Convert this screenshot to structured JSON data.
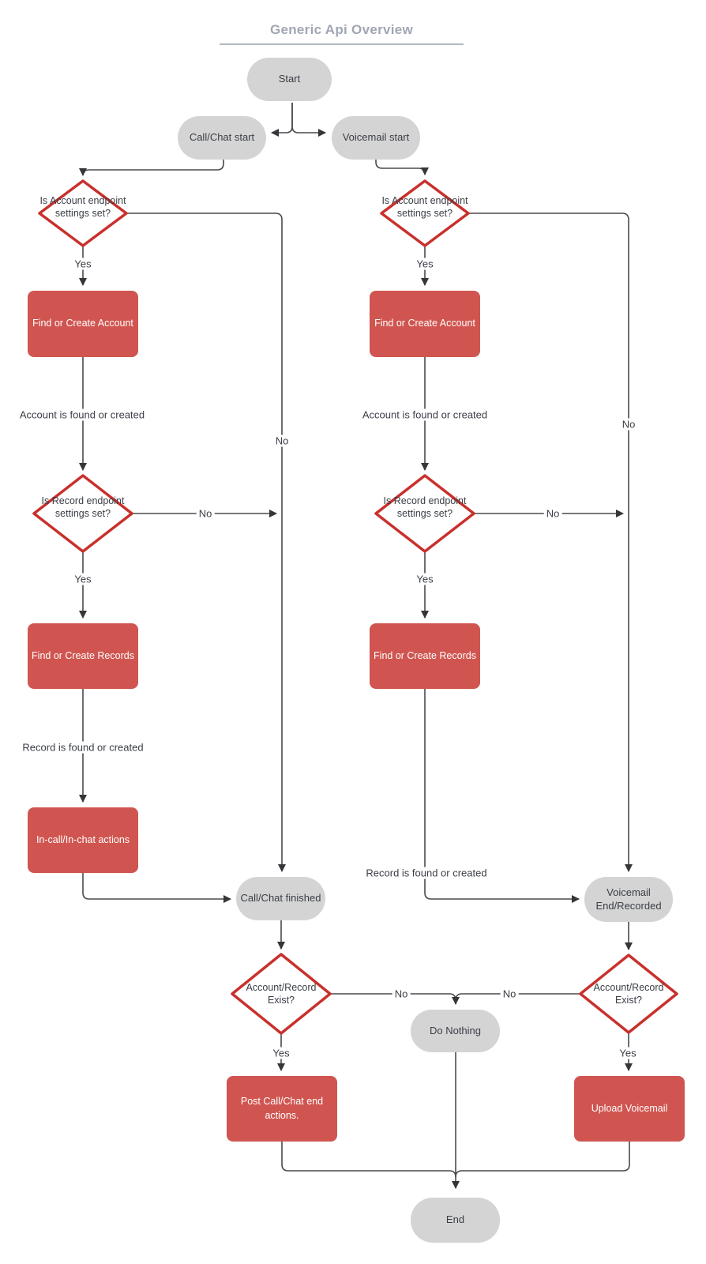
{
  "diagram": {
    "title": "Generic Api Overview",
    "nodes": {
      "start": {
        "label": "Start",
        "type": "terminator"
      },
      "call_chat_start": {
        "label": "Call/Chat start",
        "type": "terminator"
      },
      "voicemail_start": {
        "label": "Voicemail start",
        "type": "terminator"
      },
      "is_account_left": {
        "label": "Is Account endpoint settings set?",
        "type": "decision"
      },
      "is_account_right": {
        "label": "Is Account endpoint settings set?",
        "type": "decision"
      },
      "find_account_left": {
        "label": "Find or Create Account",
        "type": "process"
      },
      "find_account_right": {
        "label": "Find or Create Account",
        "type": "process"
      },
      "is_record_left": {
        "label": "Is Record endpoint settings set?",
        "type": "decision"
      },
      "is_record_right": {
        "label": "Is Record endpoint settings set?",
        "type": "decision"
      },
      "find_records_left": {
        "label": "Find or Create Records",
        "type": "process"
      },
      "find_records_right": {
        "label": "Find or Create Records",
        "type": "process"
      },
      "incall_actions": {
        "label": "In-call/In-chat actions",
        "type": "process"
      },
      "call_chat_finished": {
        "label": "Call/Chat finished",
        "type": "terminator"
      },
      "voicemail_end": {
        "label": "Voicemail End/Recorded",
        "type": "terminator"
      },
      "account_record_exist_left": {
        "label": "Account/Record Exist?",
        "type": "decision"
      },
      "account_record_exist_right": {
        "label": "Account/Record Exist?",
        "type": "decision"
      },
      "do_nothing": {
        "label": "Do Nothing",
        "type": "terminator"
      },
      "post_call_chat": {
        "label": "Post Call/Chat end actions.",
        "type": "process"
      },
      "upload_voicemail": {
        "label": "Upload Voicemail",
        "type": "process"
      },
      "end": {
        "label": "End",
        "type": "terminator"
      }
    },
    "edge_labels": {
      "yes_account_left": "Yes",
      "account_found_left": "Account is found or created",
      "yes_record_left": "Yes",
      "record_found_left": "Record is found or created",
      "no_account_left": "No",
      "no_record_left": "No",
      "yes_exist_left": "Yes",
      "no_exist_left": "No",
      "yes_account_right": "Yes",
      "account_found_right": "Account is found or created",
      "yes_record_right": "Yes",
      "record_found_right": "Record is found or created",
      "no_account_right": "No",
      "no_record_right": "No",
      "yes_exist_right": "Yes",
      "no_exist_right": "No"
    },
    "colors": {
      "process_fill": "#d05550",
      "decision_stroke": "#c9302c",
      "terminator_fill": "#d4d4d4",
      "connector": "#4a4a4d",
      "title_text": "#a0a6b2"
    }
  }
}
